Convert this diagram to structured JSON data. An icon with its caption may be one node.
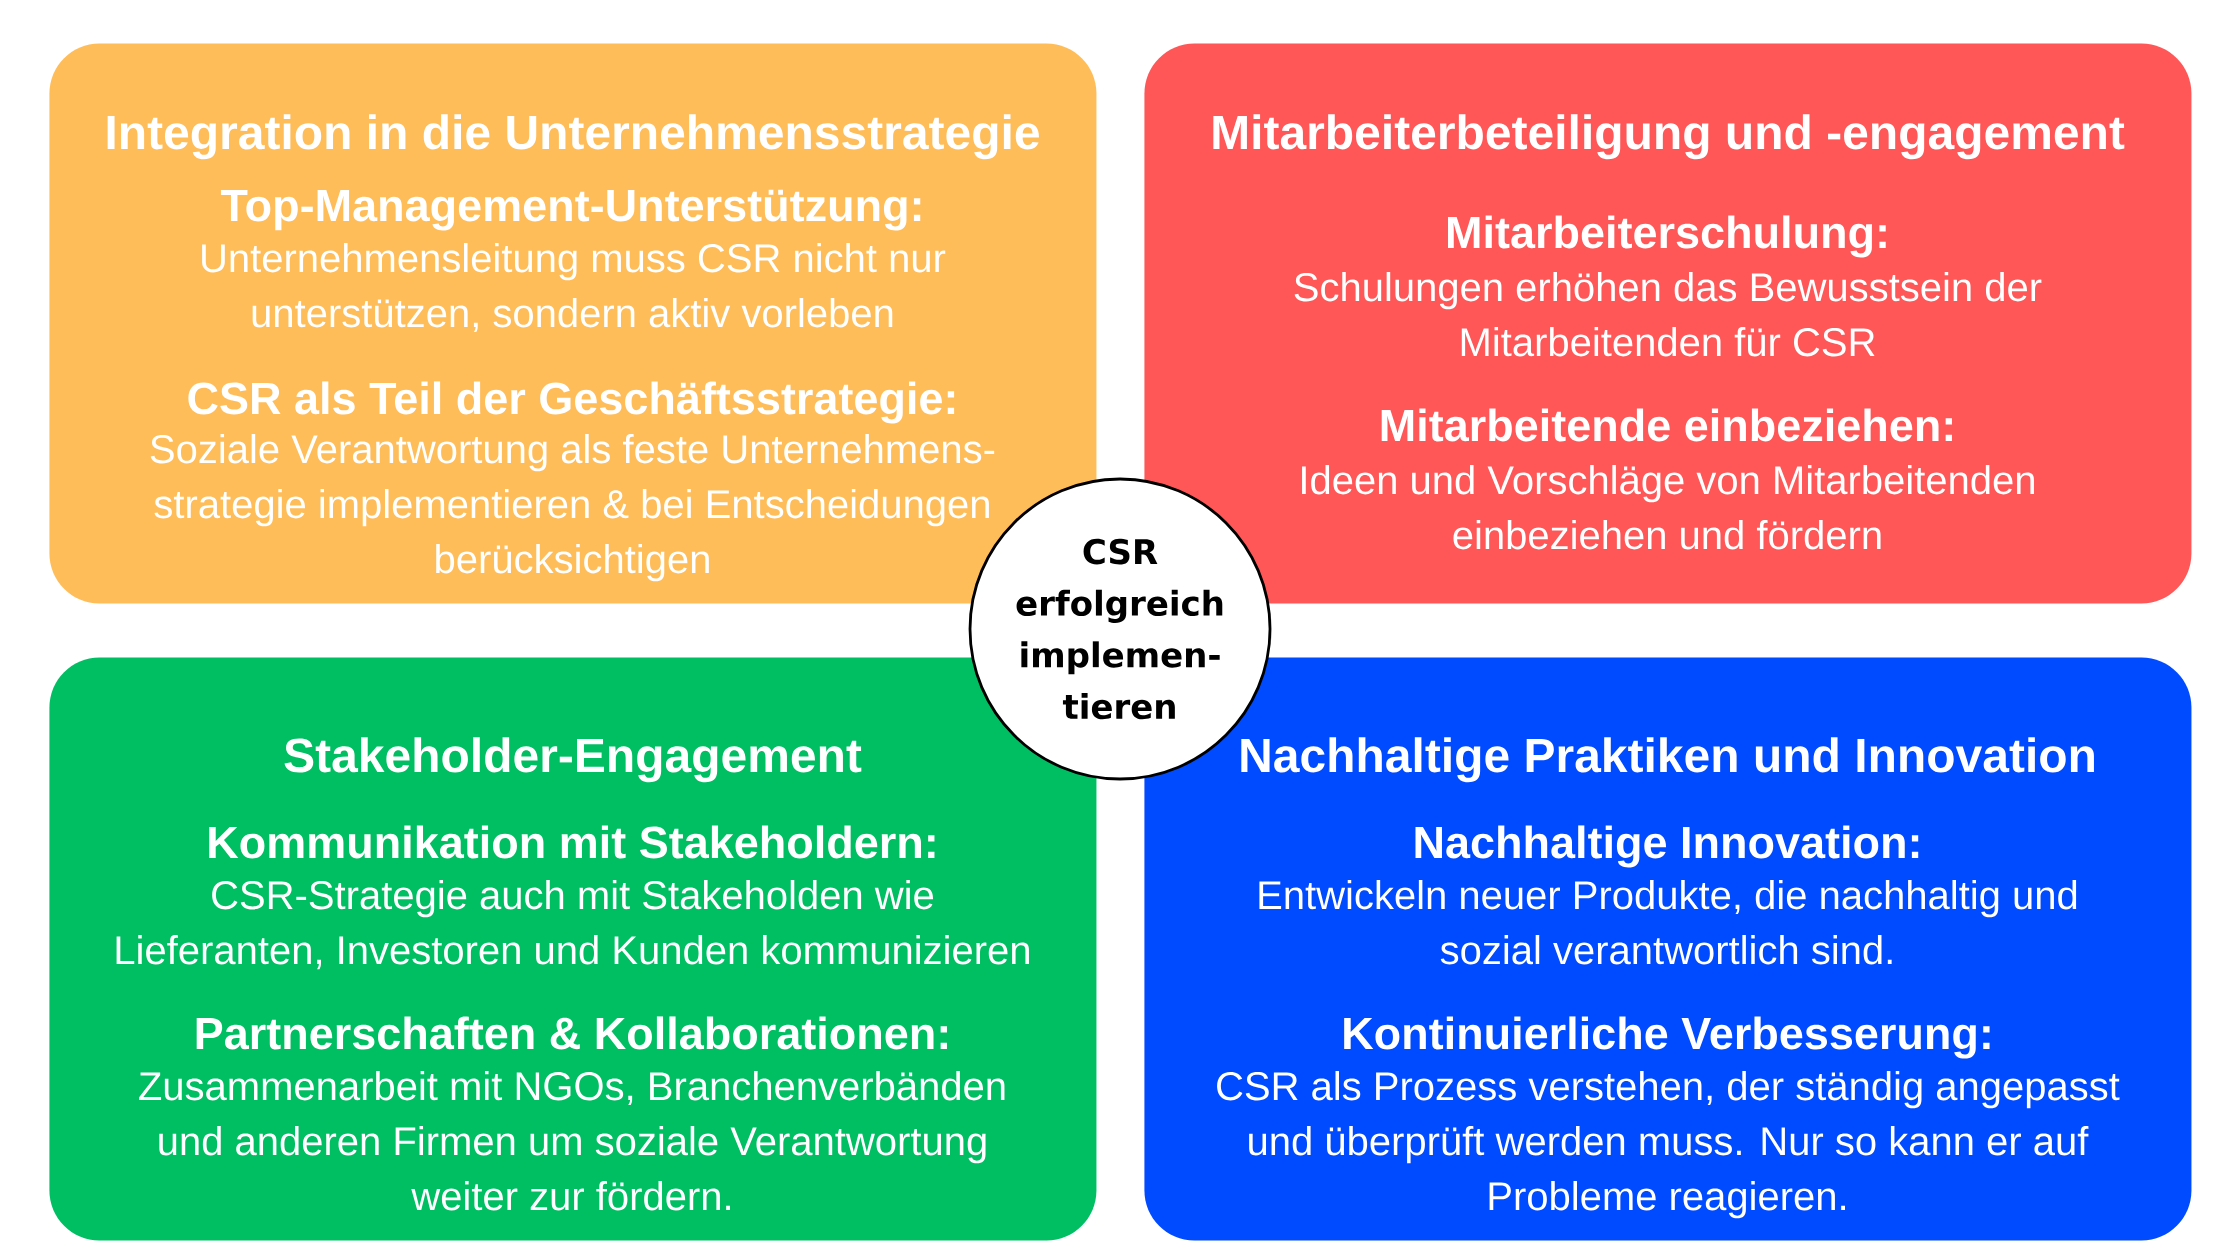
{
  "diagram": {
    "nodes": [
      {
        "text": [
          "Integration in die Unternehmensstrategie",
          "Top-Management-Unterstützung:",
          "Unternehmensleitung muss CSR nicht nur unterstützen, sondern aktiv vorleben",
          "CSR als Teil der Geschäftsstrategie:",
          "Soziale Verantwortung als feste Unternehmens- strategie implementieren & bei Entscheidungen berücksichtigen"
        ]
      },
      {
        "text": [
          "Mitarbeiterbeteiligung und -engagement",
          "Mitarbeiterschulung:",
          "Schulungen erhöhen das Bewusstsein der Mitarbeitenden für CSR",
          "Mitarbeitende einbeziehen:",
          "Ideen und Vorschläge von Mitarbeitenden einbeziehen und fördern"
        ]
      },
      {
        "text": [
          "CSR erfolgreich implemen- tieren"
        ]
      },
      {
        "text": [
          "Stakeholder-Engagement",
          "Kommunikation mit Stakeholdern:",
          "CSR-Strategie auch mit Stakeholden wie Lieferanten, Investoren und Kunden kommunizieren",
          "Partnerschaften & Kollaborationen:",
          "Zusammenarbeit mit NGOs, Branchenverbänden und anderen Firmen um soziale Verantwortung weiter zur fördern."
        ]
      },
      {
        "text": [
          "Nachhaltige Praktiken und Innovation",
          "Nachhaltige Innovation:",
          "Entwickeln neuer Produkte, die nachhaltig und sozial verantwortlich sind.",
          "Kontinuierliche Verbesserung:",
          "CSR als Prozess verstehen, der ständig angepasst und überprüft werden muss. Nur so kann er auf Probleme reagieren."
        ]
      }
    ]
  }
}
